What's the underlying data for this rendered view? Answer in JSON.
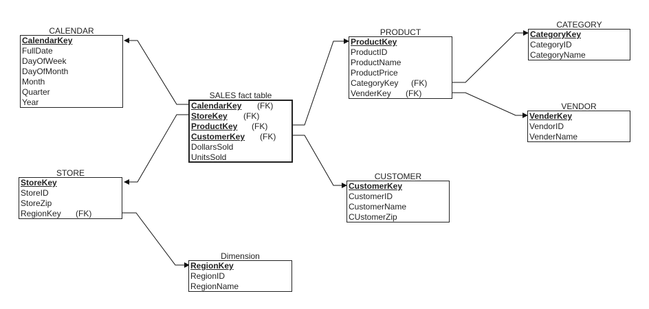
{
  "entities": {
    "calendar": {
      "title": "CALENDAR",
      "pk": "CalendarKey",
      "fields": [
        "FullDate",
        "DayOfWeek",
        "DayOfMonth",
        "Month",
        "Quarter",
        "Year"
      ]
    },
    "sales": {
      "title": "SALES fact table",
      "keys": [
        {
          "name": "CalendarKey",
          "fk": "(FK)"
        },
        {
          "name": "StoreKey",
          "fk": "(FK)"
        },
        {
          "name": "ProductKey",
          "fk": "(FK)"
        },
        {
          "name": "CustomerKey",
          "fk": "(FK)"
        }
      ],
      "fields": [
        "DollarsSold",
        "UnitsSold"
      ]
    },
    "store": {
      "title": "STORE",
      "pk": "StoreKey",
      "fields": [
        "StoreID",
        "StoreZip"
      ],
      "fk_field": {
        "name": "RegionKey",
        "fk": "(FK)"
      }
    },
    "dimension": {
      "title": "Dimension",
      "pk": "RegionKey",
      "fields": [
        "RegionID",
        "RegionName"
      ]
    },
    "product": {
      "title": "PRODUCT",
      "pk": "ProductKey",
      "fields": [
        "ProductID",
        "ProductName",
        "ProductPrice"
      ],
      "fk_fields": [
        {
          "name": "CategoryKey",
          "fk": "(FK)"
        },
        {
          "name": "VenderKey",
          "fk": "(FK)"
        }
      ]
    },
    "category": {
      "title": "CATEGORY",
      "pk": "CategoryKey",
      "fields": [
        "CategoryID",
        "CategoryName"
      ]
    },
    "vendor": {
      "title": "VENDOR",
      "pk": "VenderKey",
      "fields": [
        "VendorID",
        "VenderName"
      ]
    },
    "customer": {
      "title": "CUSTOMER",
      "pk": "CustomerKey",
      "fields": [
        "CustomerID",
        "CustomerName",
        "CUstomerZip"
      ]
    }
  }
}
